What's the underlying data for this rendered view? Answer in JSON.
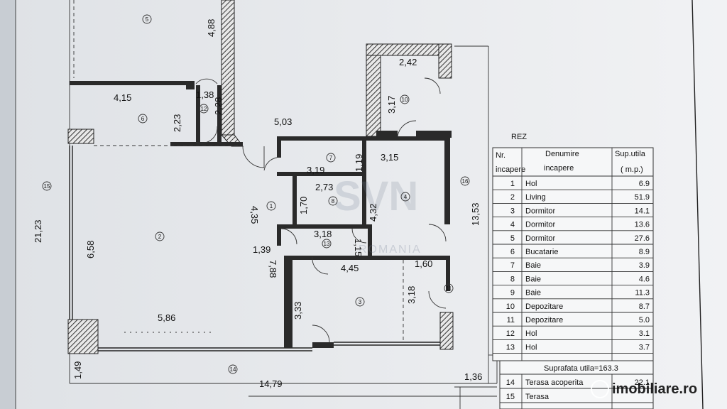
{
  "dimensions": {
    "d_4_88": "4,88",
    "d_4_15": "4,15",
    "d_1_38": "1,38",
    "d_2_28": "2,28",
    "d_2_23": "2,23",
    "d_5_03": "5,03",
    "d_2_42": "2,42",
    "d_3_17": "3,17",
    "d_3_15": "3,15",
    "d_1_19": "1,19",
    "d_3_19": "3,19",
    "d_2_73": "2,73",
    "d_1_70": "1,70",
    "d_4_32": "4,32",
    "d_4_35": "4,35",
    "d_13_53": "13,53",
    "d_21_23": "21,23",
    "d_6_58": "6,58",
    "d_3_18a": "3,18",
    "d_1_15": "1,15",
    "d_1_39": "1,39",
    "d_7_88": "7,88",
    "d_4_45": "4,45",
    "d_1_60": "1,60",
    "d_3_18b": "3,18",
    "d_3_33": "3,33",
    "d_5_86": "5,86",
    "d_1_49": "1,49",
    "d_14_79": "14,79",
    "d_1_36": "1,36"
  },
  "room_numbers": {
    "r1": "1",
    "r2": "2",
    "r3": "3",
    "r4": "4",
    "r5": "5",
    "r6": "6",
    "r7": "7",
    "r8": "8",
    "r10": "10",
    "r11": "11",
    "r12": "12",
    "r13": "13",
    "r14": "14",
    "r15": "15",
    "r16": "16"
  },
  "watermark": {
    "brand": "SVN",
    "sub": "ROMANIA"
  },
  "table": {
    "partial_title": "REZ",
    "headers": {
      "nr": "Nr.",
      "nr2": "incapere",
      "name": "Denumire",
      "name2": "incapere",
      "area": "Sup.utila",
      "area2": "( m.p.)"
    },
    "rows": [
      {
        "nr": "1",
        "name": "Hol",
        "area": "6.9"
      },
      {
        "nr": "2",
        "name": "Living",
        "area": "51.9"
      },
      {
        "nr": "3",
        "name": "Dormitor",
        "area": "14.1"
      },
      {
        "nr": "4",
        "name": "Dormitor",
        "area": "13.6"
      },
      {
        "nr": "5",
        "name": "Dormitor",
        "area": "27.6"
      },
      {
        "nr": "6",
        "name": "Bucatarie",
        "area": "8.9"
      },
      {
        "nr": "7",
        "name": "Baie",
        "area": "3.9"
      },
      {
        "nr": "8",
        "name": "Baie",
        "area": "4.6"
      },
      {
        "nr": "9",
        "name": "Baie",
        "area": "11.3"
      },
      {
        "nr": "10",
        "name": "Depozitare",
        "area": "8.7"
      },
      {
        "nr": "11",
        "name": "Depozitare",
        "area": "5.0"
      },
      {
        "nr": "12",
        "name": "Hol",
        "area": "3.1"
      },
      {
        "nr": "13",
        "name": "Hol",
        "area": "3.7"
      }
    ],
    "total": "Suprafata utila=163.3",
    "extra_rows": [
      {
        "nr": "14",
        "name": "Terasa acoperita",
        "area": "22.1"
      },
      {
        "nr": "15",
        "name": "Terasa",
        "area": ""
      }
    ]
  },
  "site_logo": {
    "text": "imobiliare.ro"
  }
}
